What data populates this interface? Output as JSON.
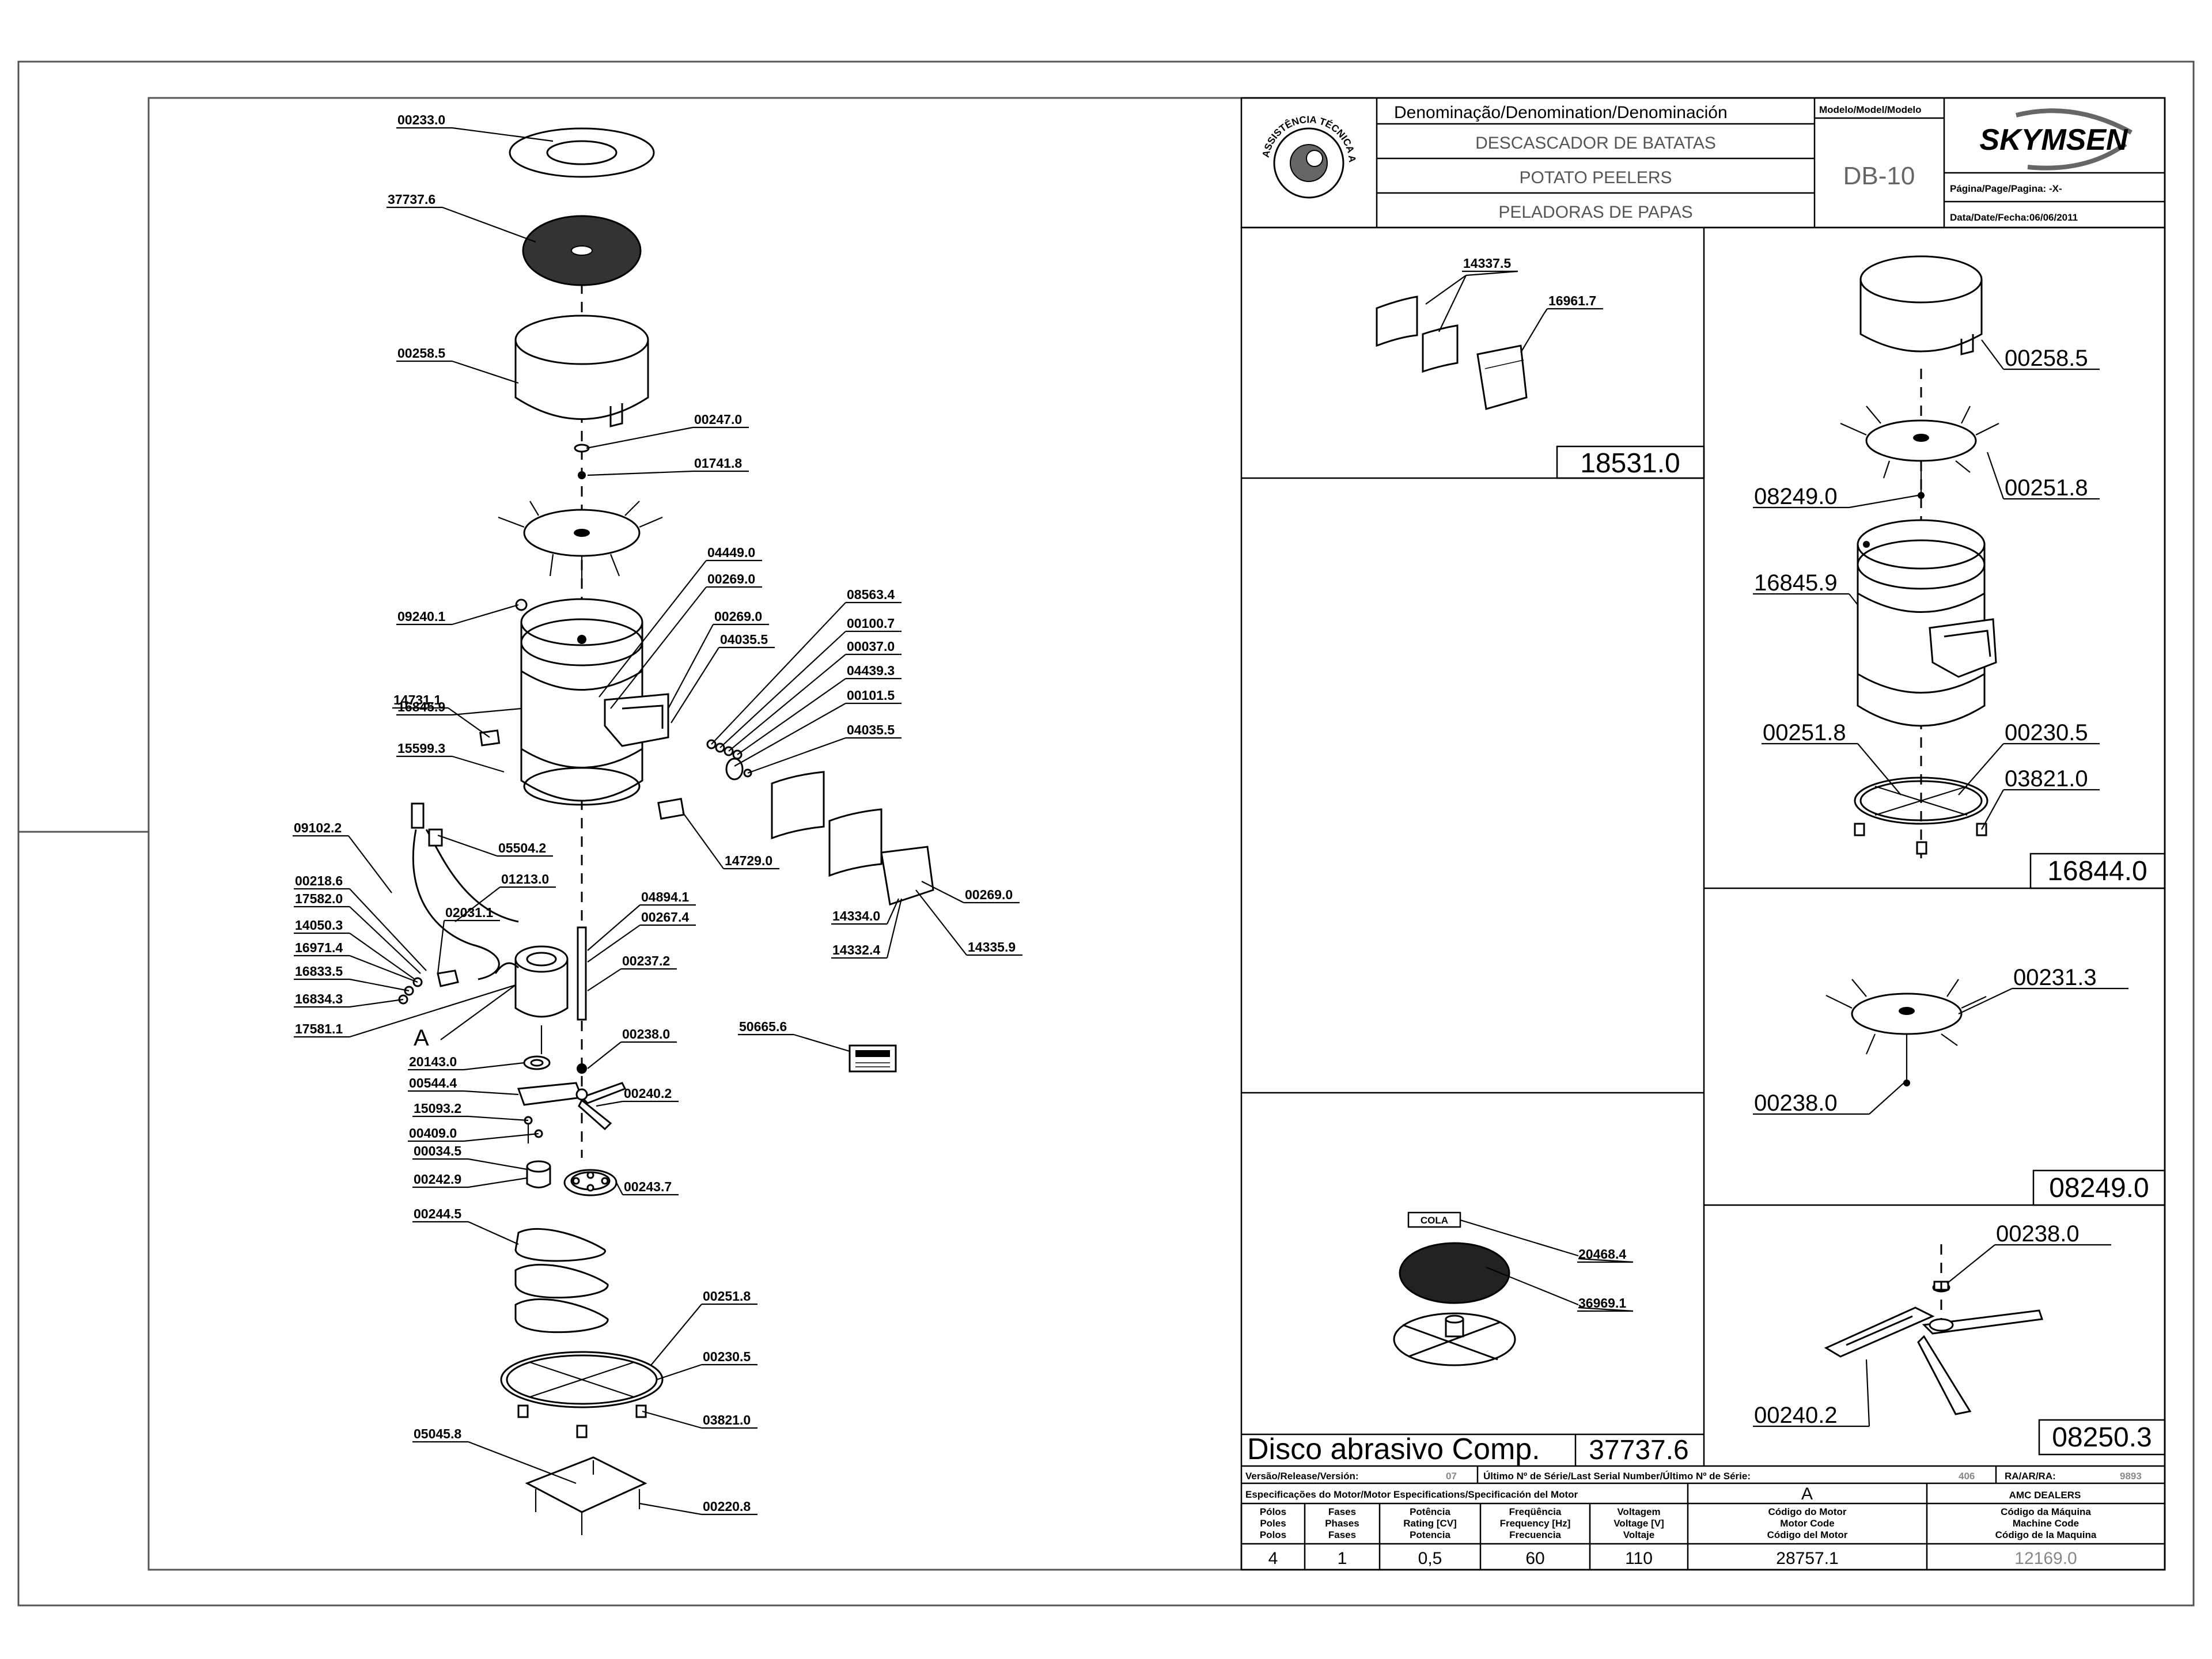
{
  "title_block": {
    "denomination_header": "Denominação/Denomination/Denominación",
    "model_header": "Modelo/Model/Modelo",
    "name_pt": "DESCASCADOR DE BATATAS",
    "name_en": "POTATO PEELERS",
    "name_es": "PELADORAS DE PAPAS",
    "model": "DB-10",
    "brand": "SKYMSEN",
    "page_label": "Página/Page/Pagina: -X-",
    "date_label": "Data/Date/Fecha:06/06/2011",
    "seal_text": "ASSISTÊNCIA TÉCNICA AUTORIZADA"
  },
  "main_parts": [
    {
      "ref": "00233.0"
    },
    {
      "ref": "37737.6"
    },
    {
      "ref": "00258.5"
    },
    {
      "ref": "00247.0"
    },
    {
      "ref": "01741.8"
    },
    {
      "ref": "04449.0"
    },
    {
      "ref": "00269.0"
    },
    {
      "ref": "09240.1"
    },
    {
      "ref": "00269.0"
    },
    {
      "ref": "04035.5"
    },
    {
      "ref": "08563.4"
    },
    {
      "ref": "00100.7"
    },
    {
      "ref": "00037.0"
    },
    {
      "ref": "04439.3"
    },
    {
      "ref": "00101.5"
    },
    {
      "ref": "04035.5"
    },
    {
      "ref": "16845.9"
    },
    {
      "ref": "14731.1"
    },
    {
      "ref": "15599.3"
    },
    {
      "ref": "09102.2"
    },
    {
      "ref": "05504.2"
    },
    {
      "ref": "14729.0"
    },
    {
      "ref": "00218.6"
    },
    {
      "ref": "01213.0"
    },
    {
      "ref": "17582.0"
    },
    {
      "ref": "02031.1"
    },
    {
      "ref": "14050.3"
    },
    {
      "ref": "04894.1"
    },
    {
      "ref": "00267.4"
    },
    {
      "ref": "00269.0"
    },
    {
      "ref": "16971.4"
    },
    {
      "ref": "16833.5"
    },
    {
      "ref": "14334.0"
    },
    {
      "ref": "14332.4"
    },
    {
      "ref": "14335.9"
    },
    {
      "ref": "16834.3"
    },
    {
      "ref": "00237.2"
    },
    {
      "ref": "17581.1"
    },
    {
      "ref": "50665.6"
    },
    {
      "ref": "00238.0"
    },
    {
      "ref": "20143.0"
    },
    {
      "ref": "00544.4"
    },
    {
      "ref": "00240.2"
    },
    {
      "ref": "15093.2"
    },
    {
      "ref": "00409.0"
    },
    {
      "ref": "00034.5"
    },
    {
      "ref": "00242.9"
    },
    {
      "ref": "00243.7"
    },
    {
      "ref": "00244.5"
    },
    {
      "ref": "00251.8"
    },
    {
      "ref": "00230.5"
    },
    {
      "ref": "03821.0"
    },
    {
      "ref": "05045.8"
    },
    {
      "ref": "00220.8"
    }
  ],
  "callout_a": "A",
  "panel_18531": {
    "assembly": "18531.0",
    "parts": [
      {
        "ref": "14337.5"
      },
      {
        "ref": "16961.7"
      }
    ]
  },
  "panel_16844": {
    "assembly": "16844.0",
    "parts": [
      {
        "ref": "00258.5"
      },
      {
        "ref": "08249.0"
      },
      {
        "ref": "00251.8"
      },
      {
        "ref": "16845.9"
      },
      {
        "ref": "00251.8"
      },
      {
        "ref": "00230.5"
      },
      {
        "ref": "03821.0"
      }
    ]
  },
  "panel_08249": {
    "assembly": "08249.0",
    "parts": [
      {
        "ref": "00231.3"
      },
      {
        "ref": "00238.0"
      }
    ]
  },
  "panel_disco": {
    "title": "Disco abrasivo Comp.",
    "assembly": "37737.6",
    "cola_label": "COLA",
    "parts": [
      {
        "ref": "20468.4"
      },
      {
        "ref": "36969.1"
      }
    ]
  },
  "panel_08250": {
    "assembly": "08250.3",
    "parts": [
      {
        "ref": "00238.0"
      },
      {
        "ref": "00240.2"
      }
    ]
  },
  "release_row": {
    "version_label": "Versão/Release/Versión:",
    "version_value": "07",
    "serial_label": "Último Nº de Série/Last Serial Number/Último Nº de Série:",
    "serial_value": "406",
    "ra_label": "RA/AR/RA:",
    "ra_value": "9893"
  },
  "motor_specs": {
    "header": "Especificações do Motor/Motor Especifications/Specificación del Motor",
    "group_value": "A",
    "dealer": "AMC DEALERS",
    "columns": [
      {
        "label": [
          "Pólos",
          "Poles",
          "Polos"
        ],
        "value": "4"
      },
      {
        "label": [
          "Fases",
          "Phases",
          "Fases"
        ],
        "value": "1"
      },
      {
        "label": [
          "Potência",
          "Rating [CV]",
          "Potencia"
        ],
        "value": "0,5"
      },
      {
        "label": [
          "Freqüência",
          "Frequency [Hz]",
          "Frecuencia"
        ],
        "value": "60"
      },
      {
        "label": [
          "Voltagem",
          "Voltage [V]",
          "Voltaje"
        ],
        "value": "110"
      },
      {
        "label": [
          "Código do Motor",
          "Motor Code",
          "Código del Motor"
        ],
        "value": "28757.1"
      },
      {
        "label": [
          "Código da Máquina",
          "Machine Code",
          "Código de la Maquina"
        ],
        "value": "12169.0"
      }
    ]
  },
  "colors": {
    "line": "#000000",
    "frame": "#555555",
    "muted": "#888888"
  }
}
